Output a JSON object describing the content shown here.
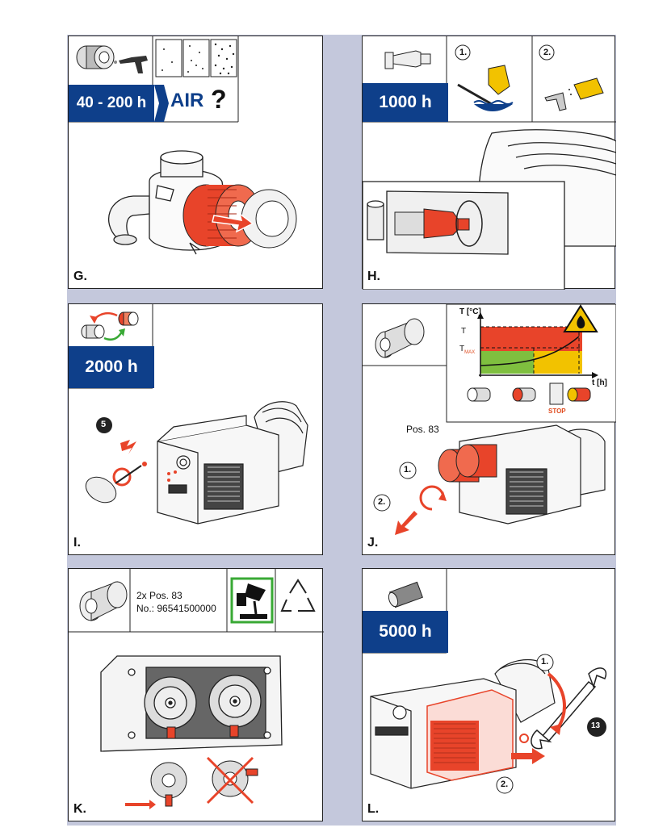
{
  "colors": {
    "badge": "#0e3f8a",
    "accent_red": "#e8442a",
    "warning": "#f2c200",
    "frame": "#c4c8dc"
  },
  "panels": {
    "G": {
      "letter": "G.",
      "interval": "40 - 200 h",
      "air_label": "AIR",
      "question": "?",
      "icons": [
        "filter-cartridge-icon",
        "air-gun-icon",
        "dust-level-icon"
      ]
    },
    "H": {
      "letter": "H.",
      "interval": "1000 h",
      "step1": "1.",
      "step2": "2.",
      "icons": [
        "valve-icon",
        "brush-clean-icon",
        "air-blow-icon"
      ]
    },
    "I": {
      "letter": "I.",
      "interval": "2000 h",
      "callout": "5",
      "icons": [
        "filter-swap-icon"
      ]
    },
    "J": {
      "letter": "J.",
      "position_label": "Pos. 83",
      "step1": "1.",
      "step2": "2.",
      "graph": {
        "y_axis": "T [°C]",
        "x_axis": "t [h]",
        "t_fire": "T",
        "t_max": "T",
        "t_max_sub": "MAX",
        "stop_label": "STOP"
      },
      "icons": [
        "carbon-vane-icon",
        "fire-warning-icon"
      ]
    },
    "K": {
      "letter": "K.",
      "qty_label": "2x Pos. 83",
      "part_number": "No.: 96541500000",
      "icons": [
        "carbon-vane-icon",
        "disposal-icon",
        "recycle-icon"
      ]
    },
    "L": {
      "letter": "L.",
      "interval": "5000 h",
      "step1": "1.",
      "step2": "2.",
      "wrench_size": "13",
      "icons": [
        "filter-cartridge-icon",
        "wrench-icon"
      ]
    }
  }
}
